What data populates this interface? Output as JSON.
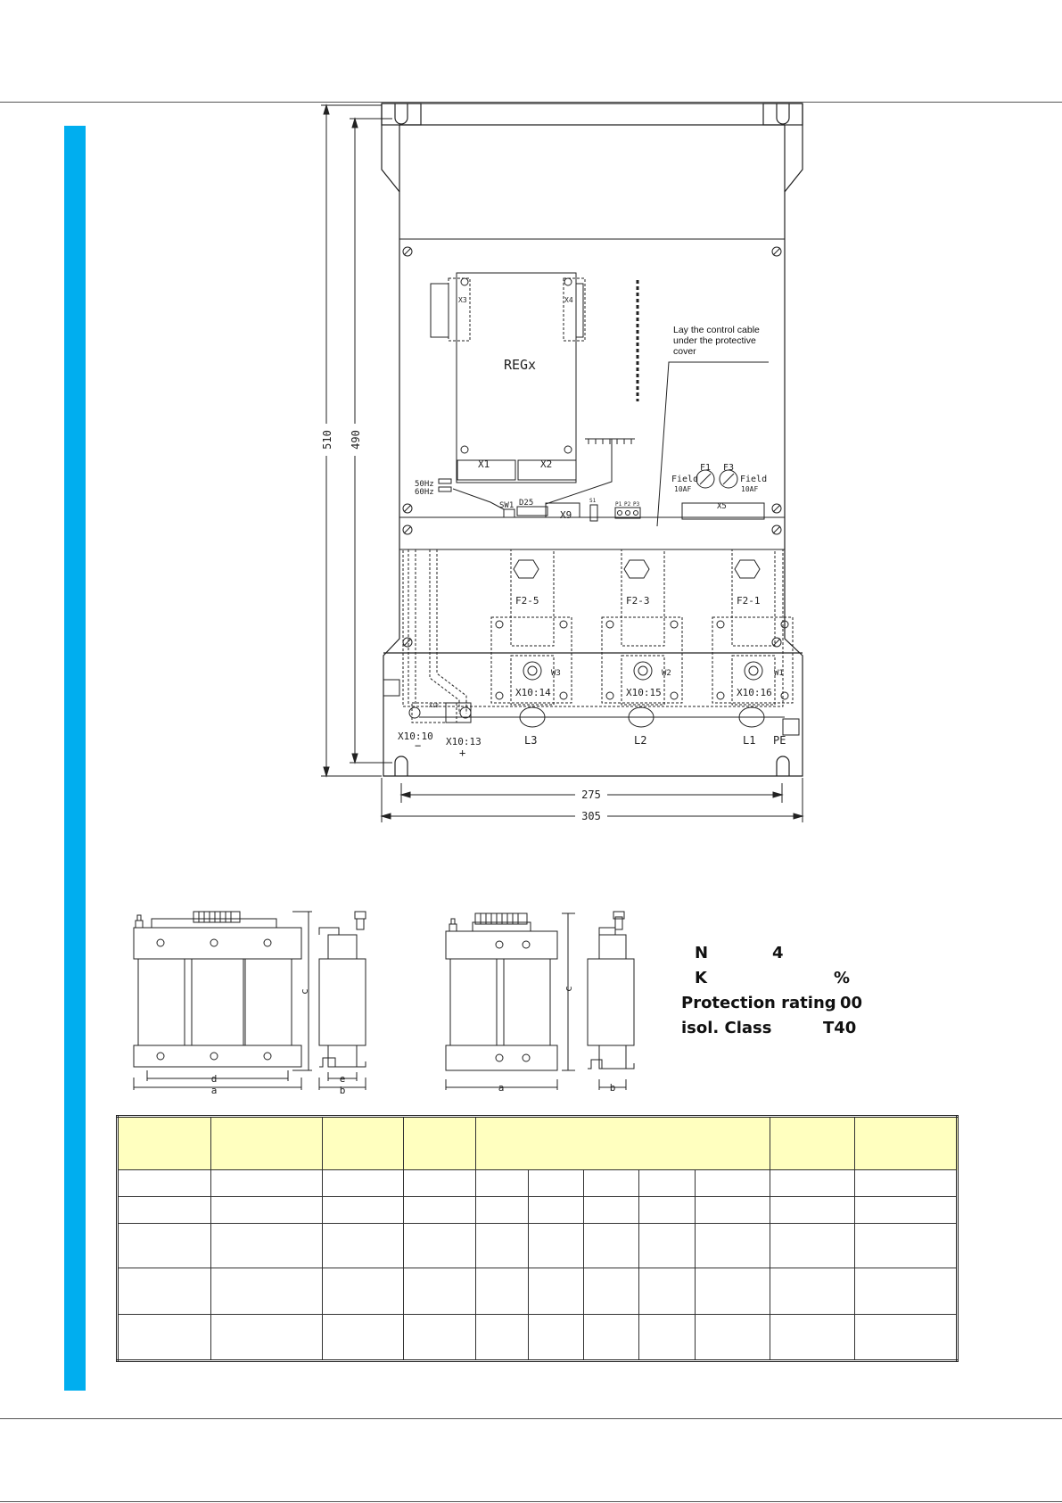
{
  "drawing": {
    "dimensions": {
      "height_outer": "510",
      "height_inner": "490",
      "width_inner": "275",
      "width_outer": "305"
    },
    "board_label": "REGx",
    "connectors": [
      "X3",
      "X4",
      "X1",
      "X2",
      "X5",
      "X9",
      "D25",
      "SW1",
      "S1",
      "X18"
    ],
    "frequency_labels": [
      "50Hz",
      "60Hz"
    ],
    "field_fuses": {
      "f1": "F1",
      "f3": "F3",
      "field": "Field",
      "rating": "10AF"
    },
    "pins": [
      "P1",
      "P2",
      "P3"
    ],
    "note": "Lay the control cable under the protective cover",
    "fuses": [
      "F2-5",
      "F2-3",
      "F2-1"
    ],
    "windings": [
      "W3",
      "W2",
      "W1"
    ],
    "terminals": [
      "X10:14",
      "X10:15",
      "X10:16"
    ],
    "dc_terminals": {
      "neg": "X10:10",
      "pos": "X10:13",
      "minus": "−",
      "plus": "+"
    },
    "lines": [
      "L3",
      "L2",
      "L1"
    ],
    "earth": "PE"
  },
  "reactor_views": {
    "three_phase": {
      "c": "c",
      "d": "d",
      "a": "a",
      "e": "e",
      "b": "b"
    },
    "single_phase": {
      "c": "c",
      "a": "a",
      "b": "b"
    }
  },
  "specs": [
    {
      "label": "N",
      "value": "4"
    },
    {
      "label": "K",
      "value": "%"
    },
    {
      "label": "Protection rating",
      "value": "00"
    },
    {
      "label": "isol. Class",
      "value": "T40"
    }
  ],
  "table": {
    "header_cells": [
      "",
      "",
      "",
      "",
      "",
      "",
      ""
    ],
    "rows": [
      [
        "",
        "",
        "",
        "",
        "",
        "",
        "",
        "",
        "",
        "",
        ""
      ],
      [
        "",
        "",
        "",
        "",
        "",
        "",
        "",
        "",
        "",
        "",
        ""
      ],
      [
        "",
        "",
        "",
        "",
        "",
        "",
        "",
        "",
        "",
        "",
        ""
      ],
      [
        "",
        "",
        "",
        "",
        "",
        "",
        "",
        "",
        "",
        "",
        ""
      ],
      [
        "",
        "",
        "",
        "",
        "",
        "",
        "",
        "",
        "",
        "",
        ""
      ]
    ]
  }
}
